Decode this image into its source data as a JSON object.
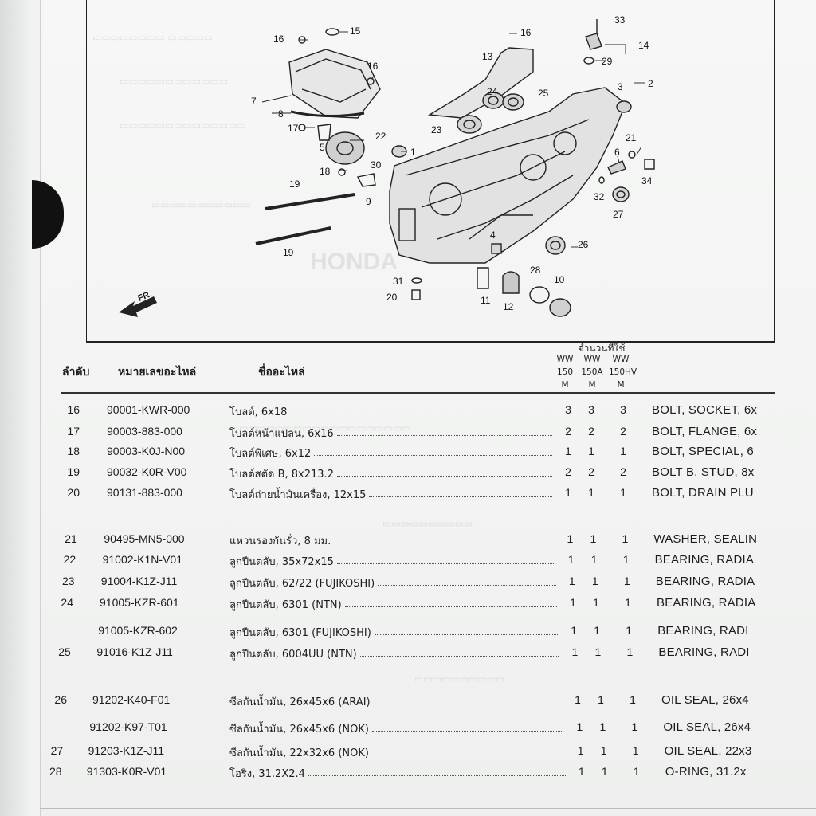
{
  "diagram": {
    "callouts": [
      "16",
      "15",
      "16",
      "16",
      "13",
      "33",
      "14",
      "29",
      "2",
      "3",
      "7",
      "8",
      "17",
      "22",
      "5",
      "24",
      "25",
      "23",
      "1",
      "21",
      "6",
      "18",
      "30",
      "9",
      "34",
      "19",
      "19",
      "32",
      "27",
      "4",
      "26",
      "28",
      "31",
      "10",
      "20",
      "11",
      "12"
    ],
    "direction_label": "FR.",
    "watermark": "HONDA"
  },
  "table": {
    "qty_title": "จำนวนที่ใช้",
    "qty_columns": [
      {
        "line1": "WW",
        "line2": "150",
        "line3": "M"
      },
      {
        "line1": "WW",
        "line2": "150A",
        "line3": "M"
      },
      {
        "line1": "WW",
        "line2": "150HV",
        "line3": "M"
      }
    ],
    "col_no": "ลำดับ",
    "col_part": "หมายเลขอะไหล่",
    "col_name": "ชื่ออะไหล่",
    "rows": [
      {
        "no": "16",
        "part": "90001-KWR-000",
        "thai": "โบลต์, 6x18",
        "q1": "3",
        "q2": "3",
        "q3": "3",
        "en": "BOLT, SOCKET, 6x"
      },
      {
        "no": "17",
        "part": "90003-883-000",
        "thai": "โบลต์หน้าแปลน, 6x16",
        "q1": "2",
        "q2": "2",
        "q3": "2",
        "en": "BOLT, FLANGE, 6x"
      },
      {
        "no": "18",
        "part": "90003-K0J-N00",
        "thai": "โบลต์พิเศษ, 6x12",
        "q1": "1",
        "q2": "1",
        "q3": "1",
        "en": "BOLT, SPECIAL, 6"
      },
      {
        "no": "19",
        "part": "90032-K0R-V00",
        "thai": "โบลต์สตัด B, 8x213.2",
        "q1": "2",
        "q2": "2",
        "q3": "2",
        "en": "BOLT B, STUD, 8x"
      },
      {
        "no": "20",
        "part": "90131-883-000",
        "thai": "โบลต์ถ่ายน้ำมันเครื่อง, 12x15",
        "q1": "1",
        "q2": "1",
        "q3": "1",
        "en": "BOLT, DRAIN PLU"
      },
      {
        "no": "21",
        "part": "90495-MN5-000",
        "thai": "แหวนรองกันรั่ว, 8 มม.",
        "q1": "1",
        "q2": "1",
        "q3": "1",
        "en": "WASHER, SEALIN"
      },
      {
        "no": "22",
        "part": "91002-K1N-V01",
        "thai": "ลูกปืนตลับ, 35x72x15",
        "q1": "1",
        "q2": "1",
        "q3": "1",
        "en": "BEARING, RADIA"
      },
      {
        "no": "23",
        "part": "91004-K1Z-J11",
        "thai": "ลูกปืนตลับ, 62/22 (FUJIKOSHI)",
        "q1": "1",
        "q2": "1",
        "q3": "1",
        "en": "BEARING, RADIA"
      },
      {
        "no": "24",
        "part": "91005-KZR-601",
        "thai": "ลูกปืนตลับ, 6301 (NTN)",
        "q1": "1",
        "q2": "1",
        "q3": "1",
        "en": "BEARING, RADIA"
      },
      {
        "no": "",
        "part": "91005-KZR-602",
        "thai": "ลูกปืนตลับ, 6301 (FUJIKOSHI)",
        "q1": "1",
        "q2": "1",
        "q3": "1",
        "en": "BEARING, RADI"
      },
      {
        "no": "25",
        "part": "91016-K1Z-J11",
        "thai": "ลูกปืนตลับ, 6004UU (NTN)",
        "q1": "1",
        "q2": "1",
        "q3": "1",
        "en": "BEARING, RADI"
      },
      {
        "no": "26",
        "part": "91202-K40-F01",
        "thai": "ซีลกันน้ำมัน, 26x45x6 (ARAI)",
        "q1": "1",
        "q2": "1",
        "q3": "1",
        "en": "OIL SEAL, 26x4"
      },
      {
        "no": "",
        "part": "91202-K97-T01",
        "thai": "ซีลกันน้ำมัน, 26x45x6 (NOK)",
        "q1": "1",
        "q2": "1",
        "q3": "1",
        "en": "OIL SEAL, 26x4"
      },
      {
        "no": "27",
        "part": "91203-K1Z-J11",
        "thai": "ซีลกันน้ำมัน, 22x32x6 (NOK)",
        "q1": "1",
        "q2": "1",
        "q3": "1",
        "en": "OIL SEAL, 22x3"
      },
      {
        "no": "28",
        "part": "91303-K0R-V01",
        "thai": "โอริง, 31.2X2.4",
        "q1": "1",
        "q2": "1",
        "q3": "1",
        "en": "O-RING, 31.2x"
      }
    ]
  },
  "colors": {
    "ink": "#1c1c1c",
    "paper": "#f3f4f3",
    "hole": "#111111"
  }
}
